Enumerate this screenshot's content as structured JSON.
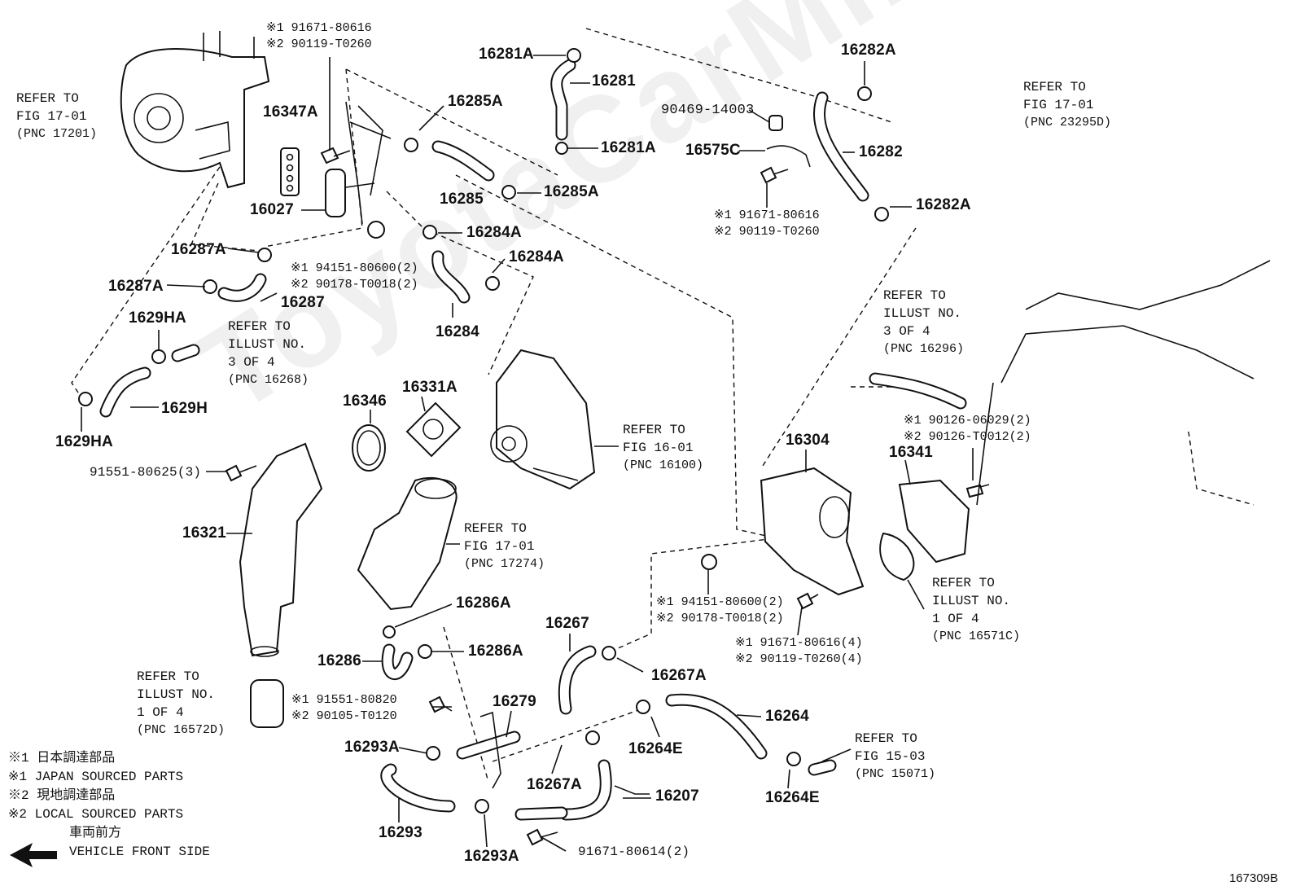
{
  "watermark": "ToyotaCarMine.ru",
  "diagram_code": "167309B",
  "parts": {
    "p16281A_top": "16281A",
    "p16281": "16281",
    "p16281A_bot": "16281A",
    "p16285A_top": "16285A",
    "p16285": "16285",
    "p16285A_bot": "16285A",
    "p16284A_a": "16284A",
    "p16284A_b": "16284A",
    "p16284": "16284",
    "p16347A": "16347A",
    "p16027": "16027",
    "p16287A_a": "16287A",
    "p16287A_b": "16287A",
    "p16287": "16287",
    "p1629HA_a": "1629HA",
    "p1629HA_b": "1629HA",
    "p1629H": "1629H",
    "p16282A_top": "16282A",
    "p16282": "16282",
    "p16282A_bot": "16282A",
    "p16575C": "16575C",
    "p90469": "90469-14003",
    "p16346": "16346",
    "p16331A": "16331A",
    "p16304": "16304",
    "p16341": "16341",
    "p16321": "16321",
    "p91551_625": "91551-80625(3)",
    "p16286A_a": "16286A",
    "p16286A_b": "16286A",
    "p16286": "16286",
    "p16267": "16267",
    "p16267A_a": "16267A",
    "p16267A_b": "16267A",
    "p16279": "16279",
    "p16264": "16264",
    "p16264E_a": "16264E",
    "p16264E_b": "16264E",
    "p16207": "16207",
    "p16293A_a": "16293A",
    "p16293A_b": "16293A",
    "p16293": "16293",
    "p91671_614": "91671-80614(2)"
  },
  "notes": {
    "n1": [
      "※1 91671-80616",
      "※2 90119-T0260"
    ],
    "n2": [
      "※1 91671-80616",
      "※2 90119-T0260"
    ],
    "n3": [
      "※1 94151-80600(2)",
      "※2 90178-T0018(2)"
    ],
    "n4": [
      "※1 90126-06029(2)",
      "※2 90126-T0012(2)"
    ],
    "n5": [
      "※1 94151-80600(2)",
      "※2 90178-T0018(2)"
    ],
    "n6": [
      "※1 91671-80616(4)",
      "※2 90119-T0260(4)"
    ],
    "n7": [
      "※1 91551-80820",
      "※2 90105-T0120"
    ]
  },
  "refs": {
    "r1": [
      "REFER TO",
      "FIG 17-01",
      "(PNC 17201)"
    ],
    "r2": [
      "REFER TO",
      "FIG 17-01",
      "(PNC 23295D)"
    ],
    "r3": [
      "REFER TO",
      "ILLUST NO.",
      "3 OF 4",
      "(PNC 16268)"
    ],
    "r4": [
      "REFER TO",
      "ILLUST NO.",
      "3 OF 4",
      "(PNC 16296)"
    ],
    "r5": [
      "REFER TO",
      "FIG 16-01",
      "(PNC 16100)"
    ],
    "r6": [
      "REFER TO",
      "FIG 17-01",
      "(PNC 17274)"
    ],
    "r7": [
      "REFER TO",
      "ILLUST NO.",
      "1 OF 4",
      "(PNC 16571C)"
    ],
    "r8": [
      "REFER TO",
      "ILLUST NO.",
      "1 OF 4",
      "(PNC 16572D)"
    ],
    "r9": [
      "REFER TO",
      "FIG 15-03",
      "(PNC 15071)"
    ]
  },
  "legend": {
    "l1": "※1 日本調達部品",
    "l2": "※1 JAPAN SOURCED PARTS",
    "l3": "※2 現地調達部品",
    "l4": "※2 LOCAL SOURCED PARTS",
    "l5": "車両前方",
    "l6": "VEHICLE FRONT SIDE"
  }
}
